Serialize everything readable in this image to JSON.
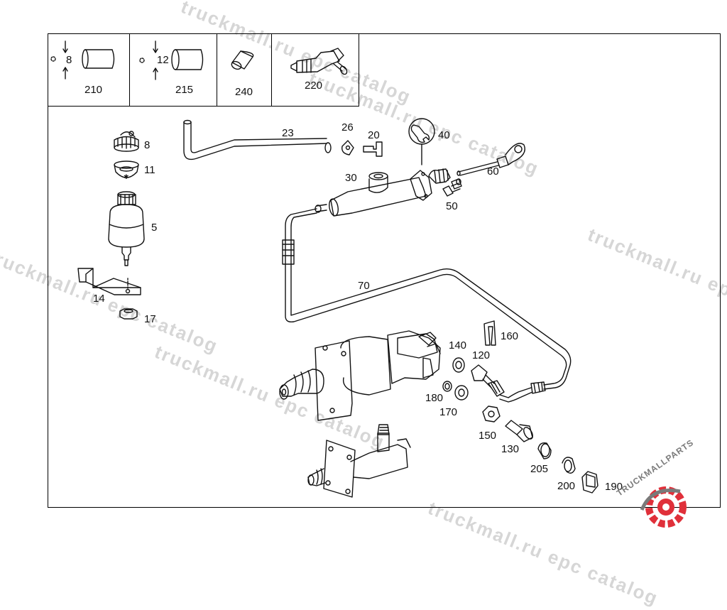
{
  "watermark": {
    "text": "truckmall.ru epc catalog"
  },
  "legend": {
    "cell_210": {
      "dim": "8",
      "part": "210"
    },
    "cell_215": {
      "dim": "12",
      "part": "215"
    },
    "cell_240": {
      "part": "240"
    },
    "cell_220": {
      "part": "220"
    }
  },
  "parts": {
    "p8": "8",
    "p11": "11",
    "p5": "5",
    "p14": "14",
    "p17": "17",
    "p23": "23",
    "p26": "26",
    "p20": "20",
    "p40": "40",
    "p30": "30",
    "p60": "60",
    "p50": "50",
    "p70": "70",
    "p160": "160",
    "p140": "140",
    "p120": "120",
    "p180": "180",
    "p170": "170",
    "p150": "150",
    "p130": "130",
    "p205": "205",
    "p200": "200",
    "p190": "190"
  },
  "logo": {
    "text": "TRUCKMALLPARTS",
    "colors": {
      "red": "#e0303a",
      "grey": "#7a7a7a"
    }
  }
}
